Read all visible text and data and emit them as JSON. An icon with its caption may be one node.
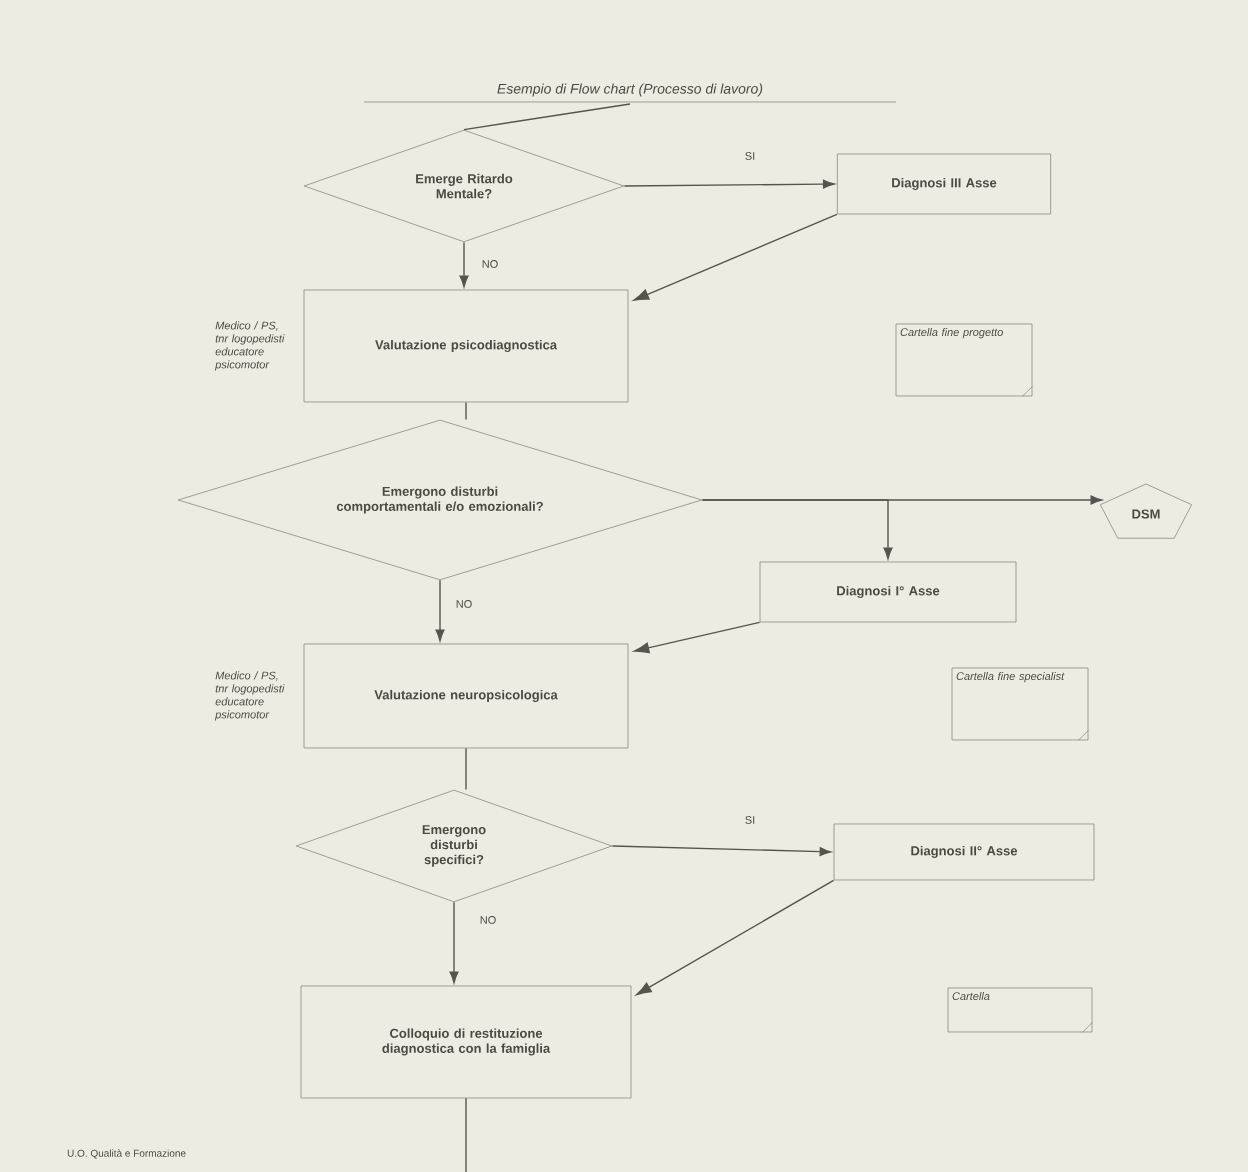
{
  "diagram": {
    "title": "Esempio di Flow chart (Processo di lavoro)",
    "nodes": [
      {
        "text": [
          "Emerge Ritardo Mentale?"
        ]
      },
      {
        "text": [
          "Diagnosi III Asse"
        ]
      },
      {
        "text": [
          "Valutazione psicodiagnostica"
        ],
        "beside": [
          "Medico / PS, tnr logopedisti educatore psicomotor"
        ]
      },
      {
        "text": [
          "Cartella fine progetto"
        ]
      },
      {
        "text": [
          "Emergono disturbi comportamentali e/o emozionali?"
        ]
      },
      {
        "text": [
          "DSM"
        ]
      },
      {
        "text": [
          "Diagnosi I° Asse"
        ]
      },
      {
        "text": [
          "Valutazione neuropsicologica"
        ],
        "beside": [
          "Medico / PS, tnr logopedisti educatore psicomotor"
        ]
      },
      {
        "text": [
          "Cartella fine specialist"
        ]
      },
      {
        "text": [
          "Emergono disturbi specifici?"
        ]
      },
      {
        "text": [
          "Diagnosi II° Asse"
        ]
      },
      {
        "text": [
          "Colloquio di restituzione diagnostica con la famiglia"
        ]
      },
      {
        "text": [
          "Cartella"
        ]
      }
    ],
    "edges": [
      {
        "from": null,
        "to": 0,
        "arrow": "none"
      },
      {
        "from": 0,
        "to": 1,
        "arrow": "to",
        "label": "SI"
      },
      {
        "from": 1,
        "to": 2,
        "arrow": "to"
      },
      {
        "from": 0,
        "to": 2,
        "arrow": "to",
        "label": "NO"
      },
      {
        "from": 2,
        "to": 4,
        "arrow": "none"
      },
      {
        "from": 4,
        "to": 5,
        "arrow": "to"
      },
      {
        "from": 4,
        "to": 6,
        "arrow": "to"
      },
      {
        "from": 4,
        "to": 7,
        "arrow": "to",
        "label": "NO"
      },
      {
        "from": 6,
        "to": 7,
        "arrow": "to"
      },
      {
        "from": 7,
        "to": 9,
        "arrow": "none"
      },
      {
        "from": 9,
        "to": 10,
        "arrow": "to",
        "label": "SI"
      },
      {
        "from": 10,
        "to": 11,
        "arrow": "to"
      },
      {
        "from": 9,
        "to": 11,
        "arrow": "to",
        "label": "NO"
      },
      {
        "from": 11,
        "to": null,
        "arrow": "none"
      }
    ],
    "labels": [
      "U.O. Qualità e Formazione"
    ]
  }
}
